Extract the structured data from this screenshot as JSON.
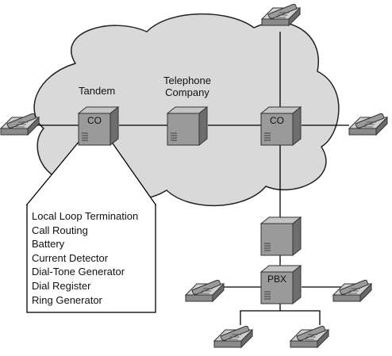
{
  "labels": {
    "tandem": "Tandem",
    "telephone_company_line1": "Telephone",
    "telephone_company_line2": "Company"
  },
  "nodes": {
    "tandem_co": "CO",
    "right_co": "CO",
    "pbx": "PBX"
  },
  "callout": {
    "items": [
      "Local Loop Termination",
      "Call Routing",
      "Battery",
      "Current Detector",
      "Dial-Tone Generator",
      "Dial Register",
      "Ring Generator"
    ]
  },
  "colors": {
    "cloud_fill": "#d9d9d9",
    "box_front": "#9a9a9a",
    "box_top": "#c4c4c4",
    "box_side": "#6e6e6e",
    "phone": "#a8a8a8"
  }
}
